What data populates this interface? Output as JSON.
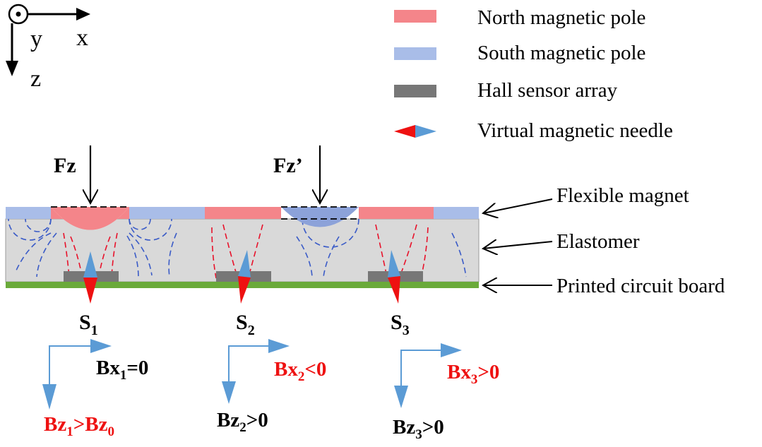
{
  "axes": {
    "out_of_plane": "y",
    "horizontal": "x",
    "vertical": "z"
  },
  "legend": [
    {
      "label": "North magnetic pole",
      "color": "#f4858a"
    },
    {
      "label": "South magnetic pole",
      "color": "#a9bde8"
    },
    {
      "label": "Hall sensor array",
      "color": "#777777"
    },
    {
      "label": "Virtual magnetic needle",
      "colors": [
        "#ee1111",
        "#5b9bd5"
      ]
    }
  ],
  "forces": [
    {
      "label": "Fz"
    },
    {
      "label": "Fz’"
    }
  ],
  "layers": [
    {
      "label": "Flexible magnet"
    },
    {
      "label": "Elastomer"
    },
    {
      "label": "Printed circuit board"
    }
  ],
  "sensors": [
    {
      "label": "S",
      "sub": "1",
      "bx": {
        "pre": "Bx",
        "sub": "1",
        "rel": "=0"
      },
      "bz": {
        "pre": "Bz",
        "sub": "1",
        "rel": ">Bz",
        "sub2": "0"
      }
    },
    {
      "label": "S",
      "sub": "2",
      "bx": {
        "pre": "Bx",
        "sub": "2",
        "rel": "<0"
      },
      "bz": {
        "pre": "Bz",
        "sub": "2",
        "rel": ">0"
      }
    },
    {
      "label": "S",
      "sub": "3",
      "bx": {
        "pre": "Bx",
        "sub": "3",
        "rel": ">0"
      },
      "bz": {
        "pre": "Bz",
        "sub": "3",
        "rel": ">0"
      }
    }
  ],
  "colors": {
    "north": "#f4858a",
    "south": "#a9bde8",
    "hall": "#777777",
    "pcb": "#6aaa3a",
    "elastomer": "#d9d9d9",
    "arrow_blue": "#5b9bd5",
    "red": "#ee1111",
    "field_blue": "#3a5bc7",
    "field_red": "#e8112a"
  }
}
